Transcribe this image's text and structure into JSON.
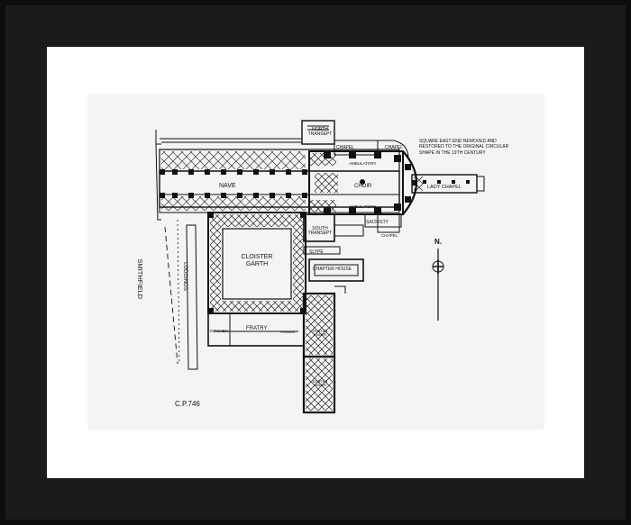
{
  "labels": {
    "north_transept": "NORTH TRANSEPT",
    "chapel_1": "CHAPEL",
    "chapel_2": "CHAPEL",
    "chapel_3": "CHAPEL",
    "nave": "NAVE",
    "choir": "CHOIR",
    "lady_chapel": "LADY CHAPEL",
    "ambulatory_north": "AMBULATORY",
    "ambulatory_south": "AMBULATORY",
    "sacristy": "SACRISTY",
    "south_transept": "SOUTH TRANSEPT",
    "slype": "SLYPE",
    "chapter_house": "CHAPTER HOUSE",
    "cloister_garth": "CLOISTER GARTH",
    "lodgings": "LODGINGS",
    "smithfield": "SMITHFIELD",
    "fratry": "FRATRY",
    "kitchen": "KITCHEN",
    "passage": "PASSAGE",
    "dorter_lower": "DORTER UNDER",
    "dorter_upper": "DORTER UNDER",
    "north_arrow": "N.",
    "catalogue": "C.P.746",
    "note": "SQUARE EAST END REMOVED AND RESTORED TO THE ORIGINAL CIRCULAR SHAPE IN THE 19TH CENTURY"
  },
  "colors": {
    "frame": "#0d0d0d",
    "mat": "#ffffff",
    "paper": "#f4f4f2",
    "ink": "#111111"
  }
}
